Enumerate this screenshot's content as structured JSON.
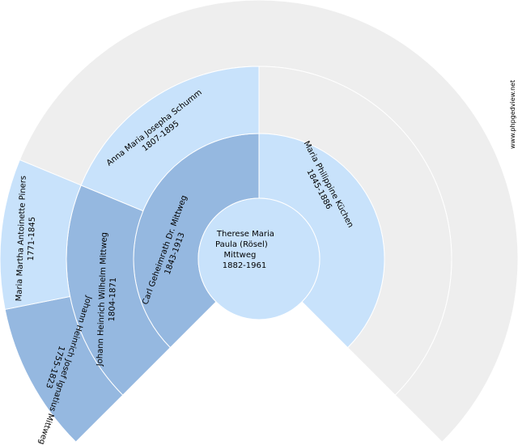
{
  "site": {
    "watermark": "www.phpgedview.net"
  },
  "colors": {
    "background": "#ffffff",
    "empty": "#eeeeee",
    "male": "#95b8e0",
    "female": "#c8e2fb",
    "stroke": "#ffffff"
  },
  "root": {
    "lines": [
      "Therese Maria",
      "Paula (Rösel)",
      "Mittweg",
      "1882-1961"
    ]
  },
  "people": [
    {
      "id": "father",
      "gen": 1,
      "sex": "male",
      "name": "Carl Geheimrath Dr. Mittweg",
      "dates": "1843-1913"
    },
    {
      "id": "mother",
      "gen": 1,
      "sex": "female",
      "name": "Maria Philippine Küchen",
      "dates": "1845-1886"
    },
    {
      "id": "paternal-grandfather",
      "gen": 2,
      "sex": "male",
      "name": "Johann Heinrich Wilhelm Mittweg",
      "dates": "1804-1871"
    },
    {
      "id": "paternal-grandmother",
      "gen": 2,
      "sex": "female",
      "name": "Anna Maria Josepha Schumm",
      "dates": "1807-1895"
    },
    {
      "id": "great-grandfather",
      "gen": 3,
      "sex": "male",
      "name": "Johann Heinrich Josef Ignatius Mittweg",
      "dates": "1755-1823"
    },
    {
      "id": "great-grandmother",
      "gen": 3,
      "sex": "female",
      "name": "Maria Martha Antoinette Piners",
      "dates": "1771-1845"
    }
  ]
}
